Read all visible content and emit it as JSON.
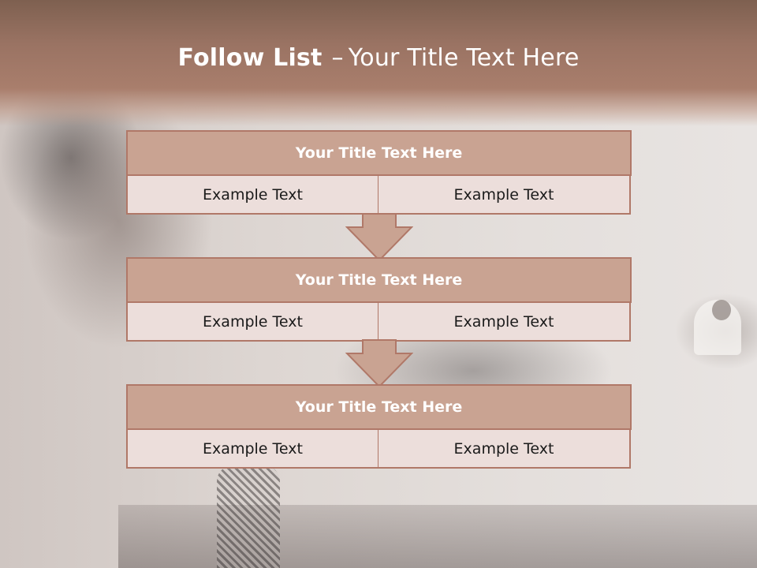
{
  "slide": {
    "title_bold": "Follow List",
    "title_separator": "–",
    "title_rest": "Your Title Text Here"
  },
  "blocks": [
    {
      "title": "Your Title Text Here",
      "left": "Example Text",
      "right": "Example Text"
    },
    {
      "title": "Your Title Text Here",
      "left": "Example Text",
      "right": "Example Text"
    },
    {
      "title": "Your Title Text Here",
      "left": "Example Text",
      "right": "Example Text"
    }
  ],
  "colors": {
    "header": "#a97e6c",
    "block_title": "#c9a392",
    "block_cell": "#ecdedb",
    "border": "#b07868",
    "arrow": "#c9a392"
  }
}
